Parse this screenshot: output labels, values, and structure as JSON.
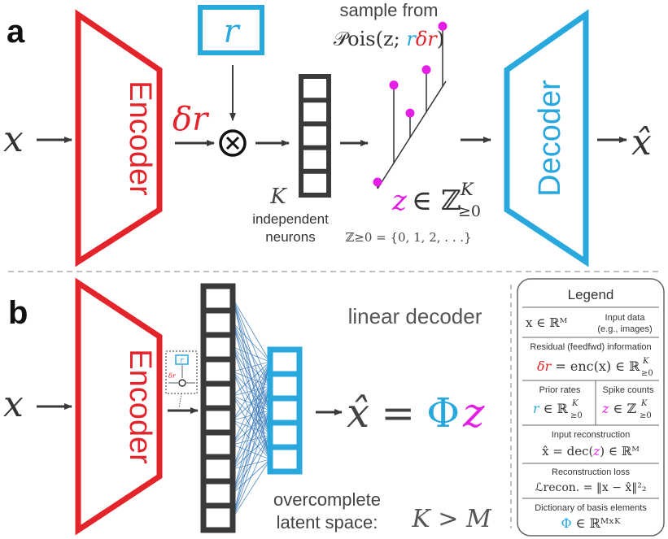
{
  "panel_a": {
    "label": "a",
    "input": "x",
    "encoder": "Encoder",
    "delta_r": "δr",
    "r_box": "r",
    "multiply": "⊗",
    "sample_title": "sample from",
    "sample_dist": {
      "prefix": "𝒫ois(z; ",
      "r": "r",
      "dr": "δr",
      "suffix": ")"
    },
    "k_label": "K",
    "neurons_label_1": "independent",
    "neurons_label_2": "neurons",
    "z_symbol": "z",
    "z_set": "∈ ℤ",
    "z_sup": "K",
    "z_sub": "≥0",
    "z_def": "ℤ≥0 = {0, 1, 2, . . .}",
    "decoder": "Decoder",
    "output": "x̂"
  },
  "panel_b": {
    "label": "b",
    "input": "x",
    "encoder": "Encoder",
    "mini_r": "r",
    "mini_dr": "δr",
    "mini_mult": "⊗",
    "linear_decoder": "linear decoder",
    "output": "x̂",
    "equals": "=",
    "phi": "Φ",
    "z": "z",
    "overcomplete_1": "overcomplete",
    "overcomplete_2": "latent space:",
    "k_gt_m": "K > M"
  },
  "legend": {
    "title": "Legend",
    "rows": [
      {
        "formula": "x ∈ ℝᴹ",
        "desc_1": "Input data",
        "desc_2": "(e.g., images)"
      },
      {
        "title": "Residual (feedfwd) information",
        "f1": "δr",
        "f2": " = enc(x) ∈ ℝ",
        "sup": "K",
        "sub": "≥0"
      },
      {
        "left_title": "Prior rates",
        "left_sym": "r",
        "left_set": " ∈ ℝ",
        "right_title": "Spike counts",
        "right_sym": "z",
        "right_set": " ∈ ℤ",
        "sup": "K",
        "sub": "≥0"
      },
      {
        "title": "Input reconstruction",
        "f1": "x̂ = dec(",
        "z": "z",
        "f2": ") ∈ ℝᴹ"
      },
      {
        "title": "Reconstruction loss",
        "formula": "ℒrecon. = ‖x − x̂‖²₂"
      },
      {
        "title": "Dictionary of basis elements",
        "phi": "Φ",
        "formula": " ∈ ℝᴹˣᴷ"
      }
    ]
  },
  "colors": {
    "red": "#e3242b",
    "blue": "#29a8de",
    "magenta": "#e41ee4",
    "dark": "#3a3a3a",
    "gray": "#555555"
  },
  "spikes": [
    {
      "x": 1,
      "y": 0
    },
    {
      "x": 2,
      "y": 4
    },
    {
      "x": 3,
      "y": 1
    },
    {
      "x": 4,
      "y": 2
    },
    {
      "x": 5,
      "y": 3
    }
  ]
}
